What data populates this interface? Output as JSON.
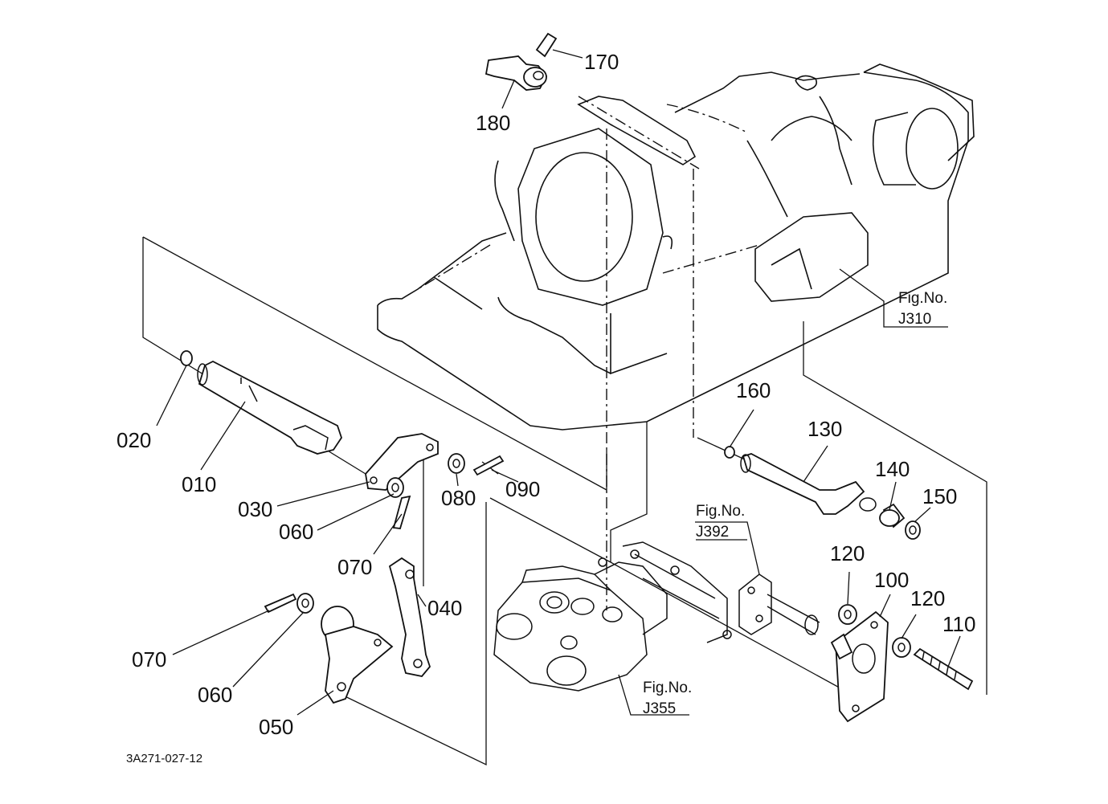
{
  "parts": [
    {
      "id": "p170",
      "label": "170"
    },
    {
      "id": "p180",
      "label": "180"
    },
    {
      "id": "p020",
      "label": "020"
    },
    {
      "id": "p010",
      "label": "010"
    },
    {
      "id": "p030",
      "label": "030"
    },
    {
      "id": "p060a",
      "label": "060"
    },
    {
      "id": "p070a",
      "label": "070"
    },
    {
      "id": "p080",
      "label": "080"
    },
    {
      "id": "p090",
      "label": "090"
    },
    {
      "id": "p040",
      "label": "040"
    },
    {
      "id": "p070b",
      "label": "070"
    },
    {
      "id": "p060b",
      "label": "060"
    },
    {
      "id": "p050",
      "label": "050"
    },
    {
      "id": "p160",
      "label": "160"
    },
    {
      "id": "p130",
      "label": "130"
    },
    {
      "id": "p140",
      "label": "140"
    },
    {
      "id": "p150",
      "label": "150"
    },
    {
      "id": "p120a",
      "label": "120"
    },
    {
      "id": "p100",
      "label": "100"
    },
    {
      "id": "p120b",
      "label": "120"
    },
    {
      "id": "p110",
      "label": "110"
    }
  ],
  "figure_refs": [
    {
      "id": "j310",
      "line1": "Fig.No.",
      "line2": "J310"
    },
    {
      "id": "j392",
      "line1": "Fig.No.",
      "line2": "J392"
    },
    {
      "id": "j355",
      "line1": "Fig.No.",
      "line2": "J355"
    }
  ],
  "drawing_code": "3A271-027-12"
}
